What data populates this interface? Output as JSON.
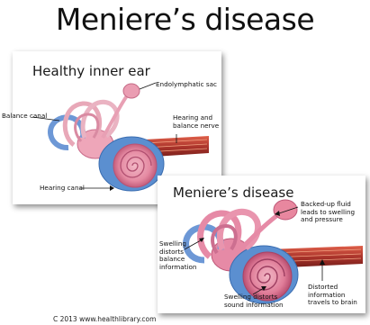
{
  "title": "Meniere’s disease",
  "healthy_panel": {
    "title": "Healthy inner ear",
    "labels": {
      "endolymphatic_sac": "Endolymphatic sac",
      "balance_canal": "Balance canal",
      "hearing_nerve": "Hearing and\nbalance nerve",
      "hearing_canal": "Hearing canal"
    }
  },
  "disease_panel": {
    "title": "Meniere’s disease",
    "labels": {
      "backed_up_fluid": "Backed-up fluid\nleads to swelling\nand pressure",
      "swelling_balance": "Swelling\ndistorts\nbalance\ninformation",
      "distorted_info": "Distorted\ninformation\ntravels to brain",
      "swelling_sound": "Swelling distorts\nsound information"
    }
  },
  "copyright": "C 2013 www.healthlibrary.com",
  "colors": {
    "canal_pink": "#e8a8b8",
    "cochlea_blue": "#5b8fd0",
    "nerve_red": "#a8322a",
    "swollen_pink": "#e68aa6"
  }
}
